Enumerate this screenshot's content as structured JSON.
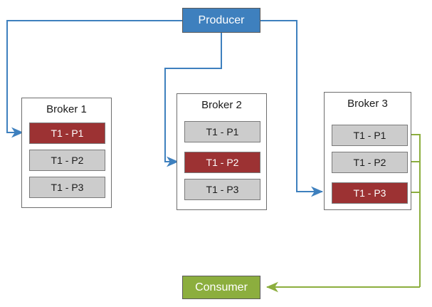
{
  "diagram": {
    "title_note": "Kafka producer partition distribution and consumer fan-in",
    "colors": {
      "producer_fill": "#3E80BE",
      "consumer_fill": "#8CAE3E",
      "leader_partition_fill": "#9C3233",
      "idle_partition_fill": "#CCCCCC",
      "producer_wire": "#3E80BE",
      "consumer_wire": "#8CAE3E",
      "box_border": "#6E6E6E"
    }
  },
  "producer": {
    "label": "Producer"
  },
  "consumer": {
    "label": "Consumer"
  },
  "brokers": [
    {
      "title": "Broker 1",
      "partitions": [
        {
          "label": "T1 - P1",
          "state": "leader"
        },
        {
          "label": "T1 - P2",
          "state": "idle"
        },
        {
          "label": "T1 - P3",
          "state": "idle"
        }
      ]
    },
    {
      "title": "Broker 2",
      "partitions": [
        {
          "label": "T1 - P1",
          "state": "idle"
        },
        {
          "label": "T1 - P2",
          "state": "leader"
        },
        {
          "label": "T1 - P3",
          "state": "idle"
        }
      ]
    },
    {
      "title": "Broker 3",
      "partitions": [
        {
          "label": "T1 - P1",
          "state": "idle"
        },
        {
          "label": "T1 - P2",
          "state": "idle"
        },
        {
          "label": "T1 - P3",
          "state": "leader"
        }
      ]
    }
  ],
  "connectors": [
    {
      "name": "producer-to-broker1-p1",
      "from": "Producer",
      "to": "Broker 1 / T1 - P1",
      "color": "#3E80BE"
    },
    {
      "name": "producer-to-broker2-p2",
      "from": "Producer",
      "to": "Broker 2 / T1 - P2",
      "color": "#3E80BE"
    },
    {
      "name": "producer-to-broker3-p3",
      "from": "Producer",
      "to": "Broker 3 / T1 - P3",
      "color": "#3E80BE"
    },
    {
      "name": "broker3-p1-to-consumer",
      "from": "Broker 3 / T1 - P1",
      "to": "Consumer",
      "color": "#8CAE3E"
    },
    {
      "name": "broker3-p2-to-consumer",
      "from": "Broker 3 / T1 - P2",
      "to": "Consumer",
      "color": "#8CAE3E"
    },
    {
      "name": "broker3-p3-to-consumer",
      "from": "Broker 3 / T1 - P3",
      "to": "Consumer",
      "color": "#8CAE3E"
    }
  ]
}
